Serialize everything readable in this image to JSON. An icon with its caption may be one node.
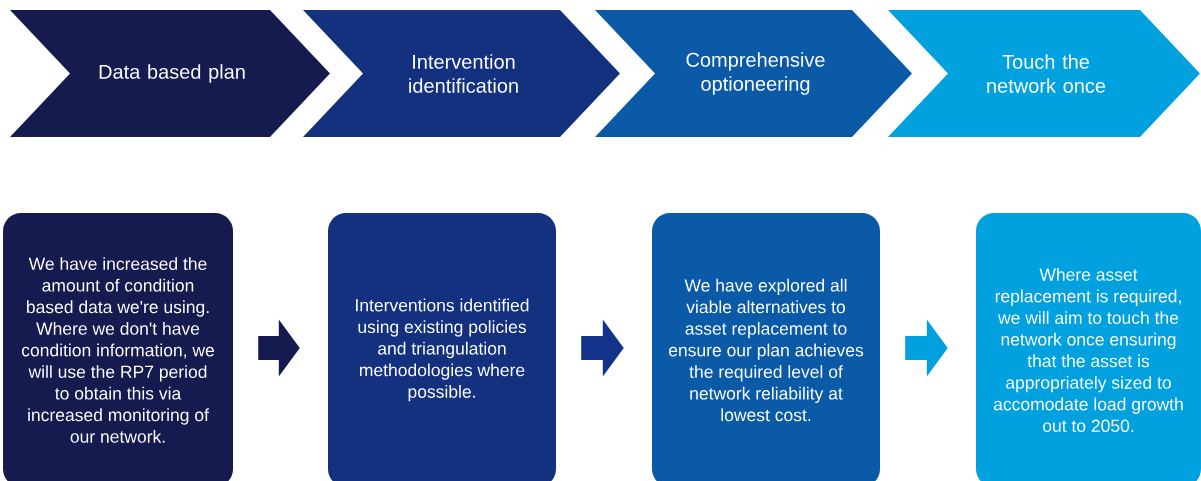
{
  "diagram": {
    "nodes": [
      {
        "text": [
          "Data based plan"
        ]
      },
      {
        "text": [
          "Intervention identification"
        ]
      },
      {
        "text": [
          "Comprehensive optioneering"
        ]
      },
      {
        "text": [
          "Touch the network once"
        ]
      },
      {
        "text": [
          "We have increased the amount of condition based data we're using. Where we don't have condition information, we will use the RP7 period to obtain this via increased monitoring of our network."
        ]
      },
      {
        "text": [
          "Interventions identified using existing policies and triangulation methodologies where possible."
        ]
      },
      {
        "text": [
          "We have explored all viable alternatives to asset replacement to ensure our plan achieves the required level of network reliability at lowest cost."
        ]
      },
      {
        "text": [
          "Where asset replacement is required, we will aim to touch the network once ensuring that the asset is appropriately sized to accomodate load growth out to 2050."
        ]
      }
    ],
    "edges": [
      {
        "from": 4,
        "to": 5,
        "arrow": "to",
        "color": "#151b4f"
      },
      {
        "from": 5,
        "to": 6,
        "arrow": "to",
        "color": "#13338a"
      },
      {
        "from": 6,
        "to": 7,
        "arrow": "to",
        "color": "#00a1de"
      }
    ]
  }
}
